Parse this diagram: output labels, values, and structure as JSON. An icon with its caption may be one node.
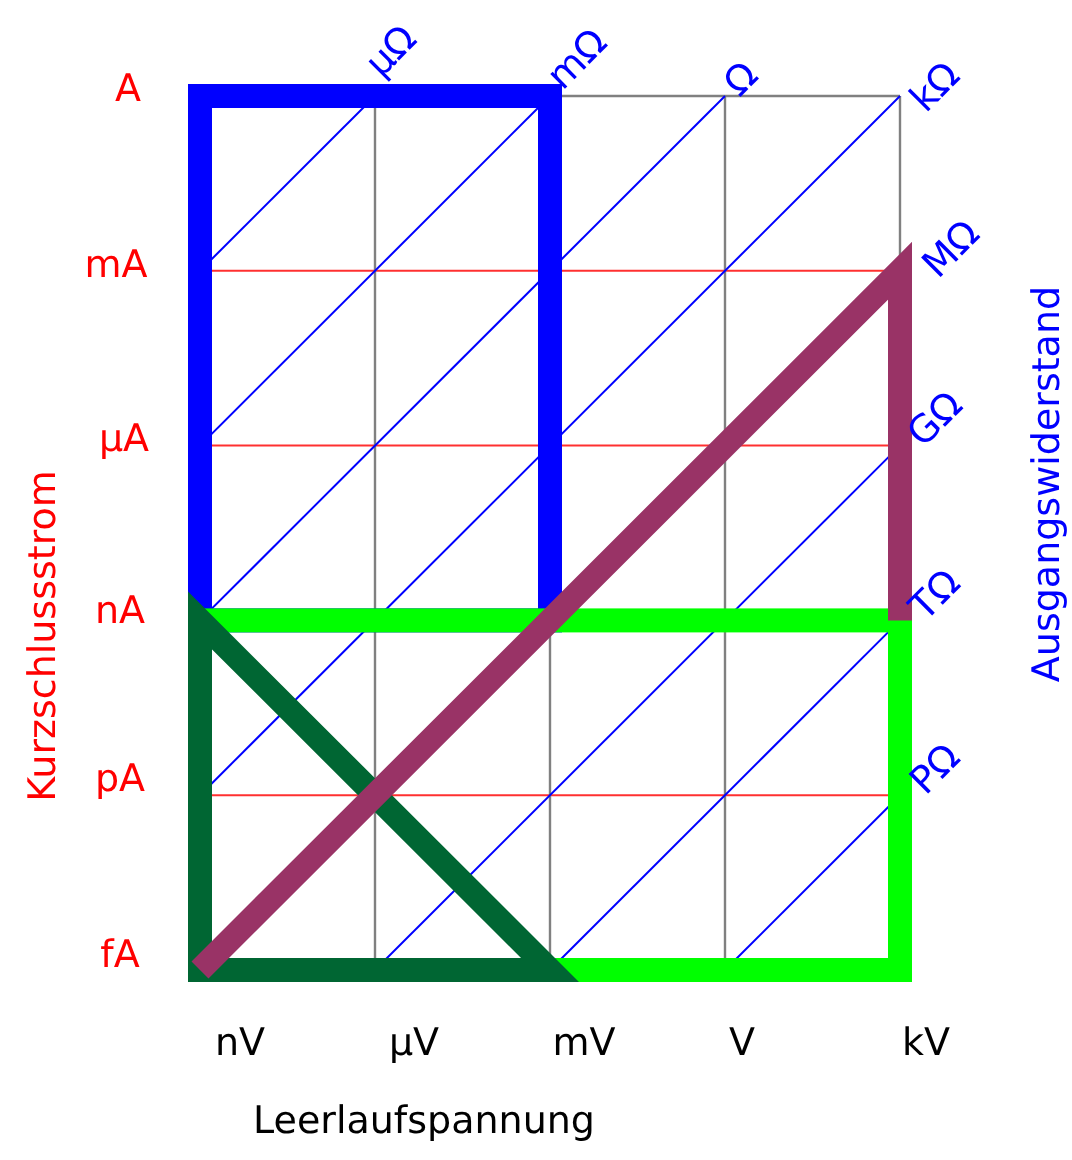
{
  "diagram": {
    "labels": [
      "μΩ",
      "mΩ",
      "Ω",
      "kΩ",
      "A",
      "mA",
      "μA",
      "nA",
      "pA",
      "fA",
      "MΩ",
      "GΩ",
      "TΩ",
      "PΩ",
      "Kurzschlussstrom",
      "Ausgangswiderstand",
      "nV",
      "μV",
      "mV",
      "V",
      "kV",
      "Leerlaufspannung"
    ]
  }
}
